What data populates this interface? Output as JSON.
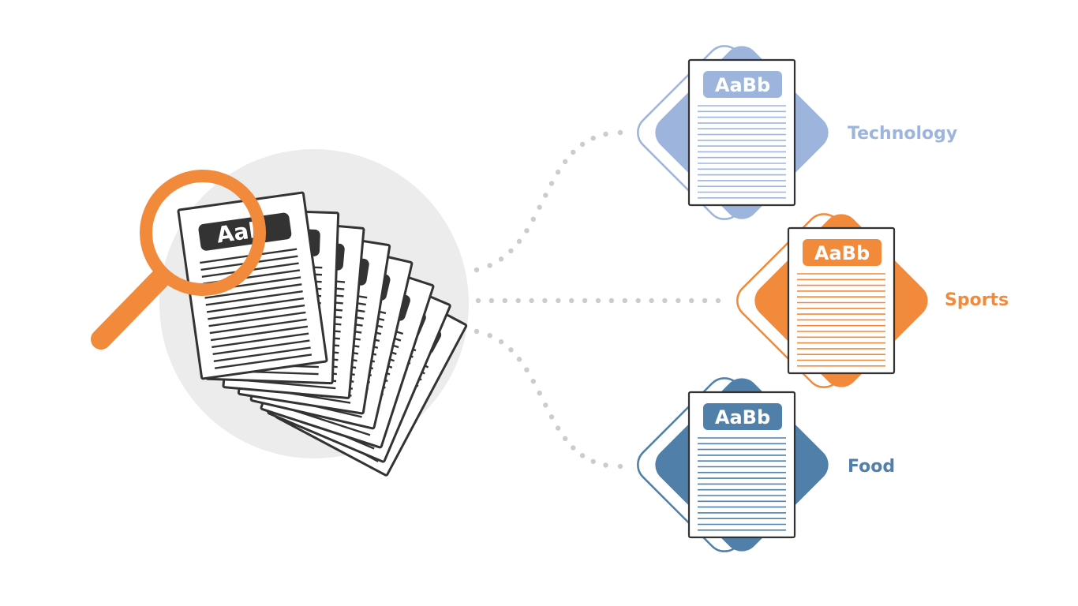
{
  "source": {
    "sample_text": "AaB",
    "doc_color": "#333333",
    "circle_color": "#ececec",
    "magnifier_color": "#f28a3c"
  },
  "categories": [
    {
      "id": "technology",
      "label": "Technology",
      "sample_text": "AaBb",
      "color": "#9db5dc"
    },
    {
      "id": "sports",
      "label": "Sports",
      "sample_text": "AaBb",
      "color": "#f28a3c"
    },
    {
      "id": "food",
      "label": "Food",
      "sample_text": "AaBb",
      "color": "#507fa9"
    }
  ]
}
